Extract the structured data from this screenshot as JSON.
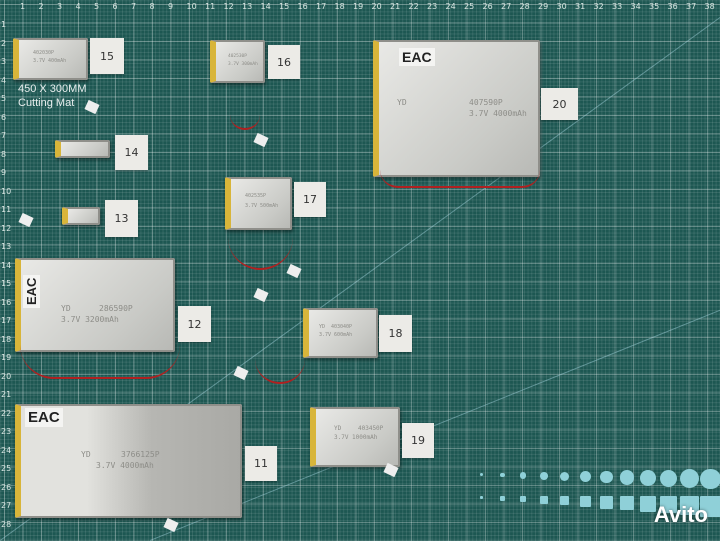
{
  "ruler_top": [
    "1",
    "2",
    "3",
    "4",
    "5",
    "6",
    "7",
    "8",
    "9",
    "10",
    "11",
    "12",
    "13",
    "14",
    "15",
    "16",
    "17",
    "18",
    "19",
    "20",
    "21",
    "22",
    "23",
    "24",
    "25",
    "26",
    "27",
    "28",
    "29",
    "30",
    "31",
    "32",
    "33",
    "34",
    "35",
    "36",
    "37",
    "38"
  ],
  "ruler_left": [
    "1",
    "2",
    "3",
    "4",
    "5",
    "6",
    "7",
    "8",
    "9",
    "10",
    "11",
    "12",
    "13",
    "14",
    "15",
    "16",
    "17",
    "18",
    "19",
    "20",
    "21",
    "22",
    "23",
    "24",
    "25",
    "26",
    "27",
    "28"
  ],
  "mat_text": {
    "line1": "450 X 300MM",
    "line2": "Cutting Mat"
  },
  "batteries": [
    {
      "label": "15",
      "model": "402030P",
      "spec": "3.7V 400mAh"
    },
    {
      "label": "16",
      "model": "402530P",
      "spec": "3.7V 300mAh"
    },
    {
      "label": "20",
      "brand": "YD",
      "model": "407590P",
      "spec": "3.7V 4000mAh",
      "cert": "EAC"
    },
    {
      "label": "14"
    },
    {
      "label": "17",
      "model": "402535P",
      "spec": "3.7V 500mAh"
    },
    {
      "label": "13"
    },
    {
      "label": "12",
      "brand": "YD",
      "model": "286590P",
      "spec": "3.7V 3200mAh",
      "cert": "EAC"
    },
    {
      "label": "18",
      "brand": "YD",
      "model": "403040P",
      "spec": "3.7V 600mAh"
    },
    {
      "label": "11",
      "brand": "YD",
      "model": "3766125P",
      "spec": "3.7V 4000mAh",
      "cert": "EAC"
    },
    {
      "label": "19",
      "brand": "YD",
      "model": "403450P",
      "spec": "3.7V 1000mAh"
    }
  ],
  "watermark": "Avito",
  "colors": {
    "mat": "#1d5752",
    "battery_tape": "#d8b53a",
    "label_card": "#ecebe7"
  }
}
